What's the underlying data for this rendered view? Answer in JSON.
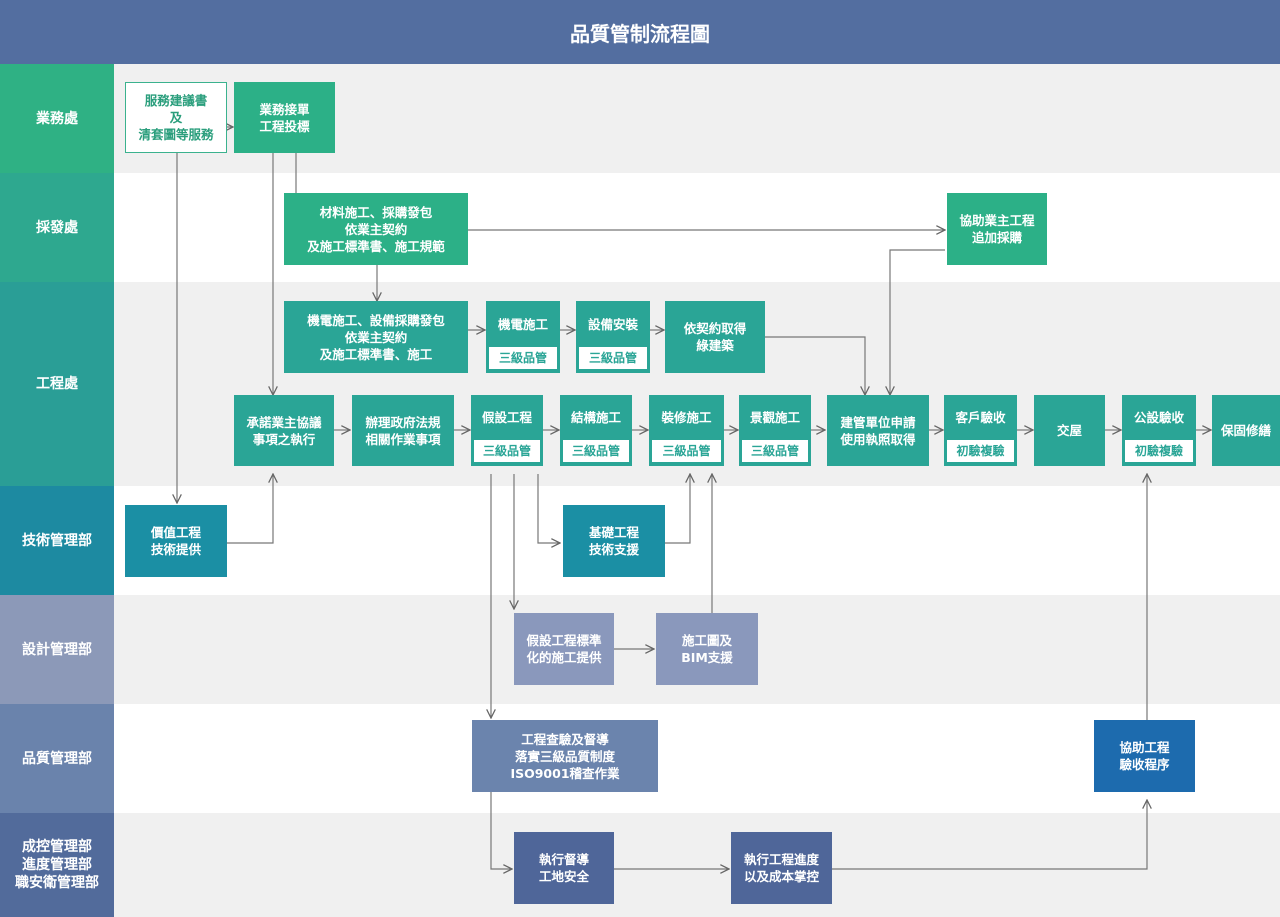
{
  "title": "品質管制流程圖",
  "lanes": [
    {
      "label": "業務處",
      "color": "#2fb184",
      "bg": "#f0f0f0"
    },
    {
      "label": "採發處",
      "color": "#2ea88f",
      "bg": "#ffffff"
    },
    {
      "label": "工程處",
      "color": "#2a9e96",
      "bg": "#f0f0f0"
    },
    {
      "label": "技術管理部",
      "color": "#1d8aa1",
      "bg": "#ffffff"
    },
    {
      "label": "設計管理部",
      "color": "#8c99b8",
      "bg": "#f0f0f0"
    },
    {
      "label": "品質管理部",
      "color": "#6a83ac",
      "bg": "#ffffff"
    },
    {
      "label": "成控管理部\n進度管理部\n職安衛管理部",
      "color": "#526b9b",
      "bg": "#f0f0f0"
    }
  ],
  "boxes": {
    "service_proposal": "服務建議書\n及\n清套圖等服務",
    "business_bid": "業務接單\n工程投標",
    "material_procurement": "材料施工、採購發包\n依業主契約\n及施工標準書、施工規範",
    "owner_extra_procurement": "協助業主工程\n追加採購",
    "mep_procurement": "機電施工、設備採購發包\n依業主契約\n及施工標準書、施工",
    "mep_construction": "機電施工",
    "equipment_install": "設備安裝",
    "green_building": "依契約取得\n綠建築",
    "owner_agreement": "承諾業主協議\n事項之執行",
    "gov_regulation": "辦理政府法規\n相關作業事項",
    "temporary_works": "假設工程",
    "structure": "結構施工",
    "decoration": "裝修施工",
    "landscape": "景觀施工",
    "license": "建管單位申請\n使用執照取得",
    "customer_inspection": "客戶驗收",
    "handover": "交屋",
    "public_inspection": "公設驗收",
    "warranty": "保固修繕",
    "value_engineering": "價值工程\n技術提供",
    "foundation_support": "基礎工程\n技術支援",
    "temporary_design": "假設工程標準\n化的施工提供",
    "bim_support": "施工圖及\nBIM支援",
    "quality_check": "工程查驗及督導\n落實三級品質制度\nISO9001稽查作業",
    "acceptance_assist": "協助工程\n驗收程序",
    "site_safety": "執行督導\n工地安全",
    "progress_cost": "執行工程進度\n以及成本掌控"
  },
  "tags": {
    "three_level_qc": "三級品管",
    "initial_recheck": "初驗複驗"
  }
}
